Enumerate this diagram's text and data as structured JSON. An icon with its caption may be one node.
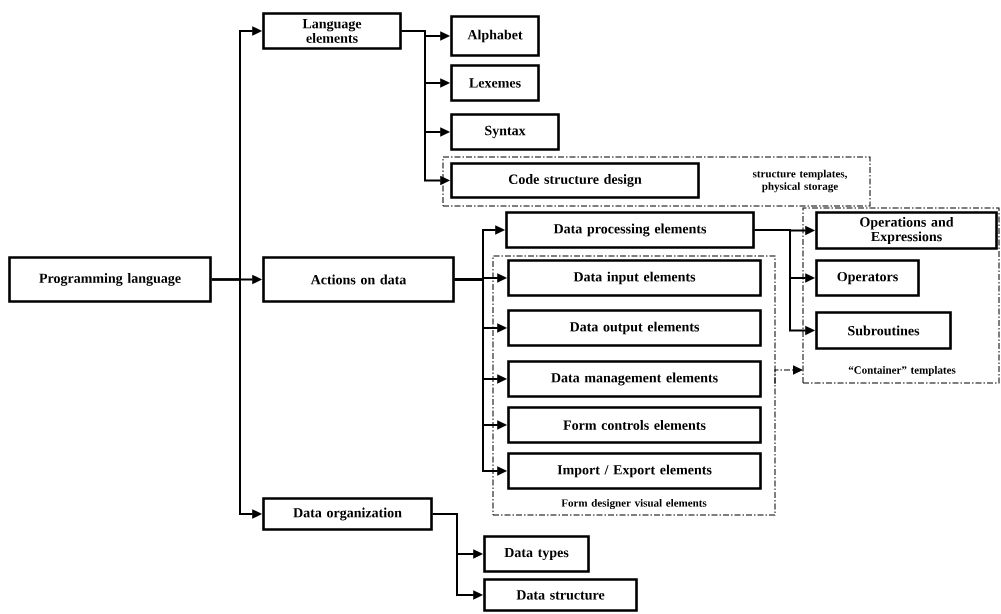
{
  "diagram": {
    "nodes": [
      {
        "text": [
          "Programming language"
        ]
      },
      {
        "text": [
          "Language elements"
        ]
      },
      {
        "text": [
          "Actions on data"
        ]
      },
      {
        "text": [
          "Data organization"
        ]
      },
      {
        "text": [
          "Alphabet"
        ]
      },
      {
        "text": [
          "Lexemes"
        ]
      },
      {
        "text": [
          "Syntax"
        ]
      },
      {
        "text": [
          "structure templates, physical storage"
        ]
      },
      {
        "text": [
          "Code structure design"
        ],
        "in": 7
      },
      {
        "text": [
          "Data processing elements"
        ]
      },
      {
        "text": [
          "Form designer visual elements"
        ]
      },
      {
        "text": [
          "Data input elements"
        ],
        "in": 10
      },
      {
        "text": [
          "Data output elements"
        ],
        "in": 10
      },
      {
        "text": [
          "Data management elements"
        ],
        "in": 10
      },
      {
        "text": [
          "Form controls elements"
        ],
        "in": 10
      },
      {
        "text": [
          "Import / Export elements"
        ],
        "in": 10
      },
      {
        "text": [
          "“Container” templates"
        ]
      },
      {
        "text": [
          "Operations and Expressions"
        ],
        "in": 16
      },
      {
        "text": [
          "Operators"
        ],
        "in": 16
      },
      {
        "text": [
          "Subroutines"
        ],
        "in": 16
      },
      {
        "text": [
          "Data types"
        ]
      },
      {
        "text": [
          "Data structure"
        ]
      }
    ],
    "edges": [
      {
        "from": 0,
        "to": 1,
        "arrow": "to"
      },
      {
        "from": 0,
        "to": 2,
        "arrow": "to"
      },
      {
        "from": 0,
        "to": 3,
        "arrow": "to"
      },
      {
        "from": 1,
        "to": 4,
        "arrow": "to"
      },
      {
        "from": 1,
        "to": 5,
        "arrow": "to"
      },
      {
        "from": 1,
        "to": 6,
        "arrow": "to"
      },
      {
        "from": 1,
        "to": 8,
        "arrow": "to"
      },
      {
        "from": 2,
        "to": 9,
        "arrow": "to"
      },
      {
        "from": 2,
        "to": 11,
        "arrow": "to"
      },
      {
        "from": 2,
        "to": 12,
        "arrow": "to"
      },
      {
        "from": 2,
        "to": 13,
        "arrow": "to"
      },
      {
        "from": 2,
        "to": 14,
        "arrow": "to"
      },
      {
        "from": 2,
        "to": 15,
        "arrow": "to"
      },
      {
        "from": 9,
        "to": 17,
        "arrow": "to"
      },
      {
        "from": 9,
        "to": 18,
        "arrow": "to"
      },
      {
        "from": 9,
        "to": 19,
        "arrow": "to"
      },
      {
        "from": 3,
        "to": 20,
        "arrow": "to"
      },
      {
        "from": 3,
        "to": 21,
        "arrow": "to"
      },
      {
        "from": 10,
        "to": 16,
        "arrow": "to",
        "style": "dashed"
      }
    ]
  }
}
